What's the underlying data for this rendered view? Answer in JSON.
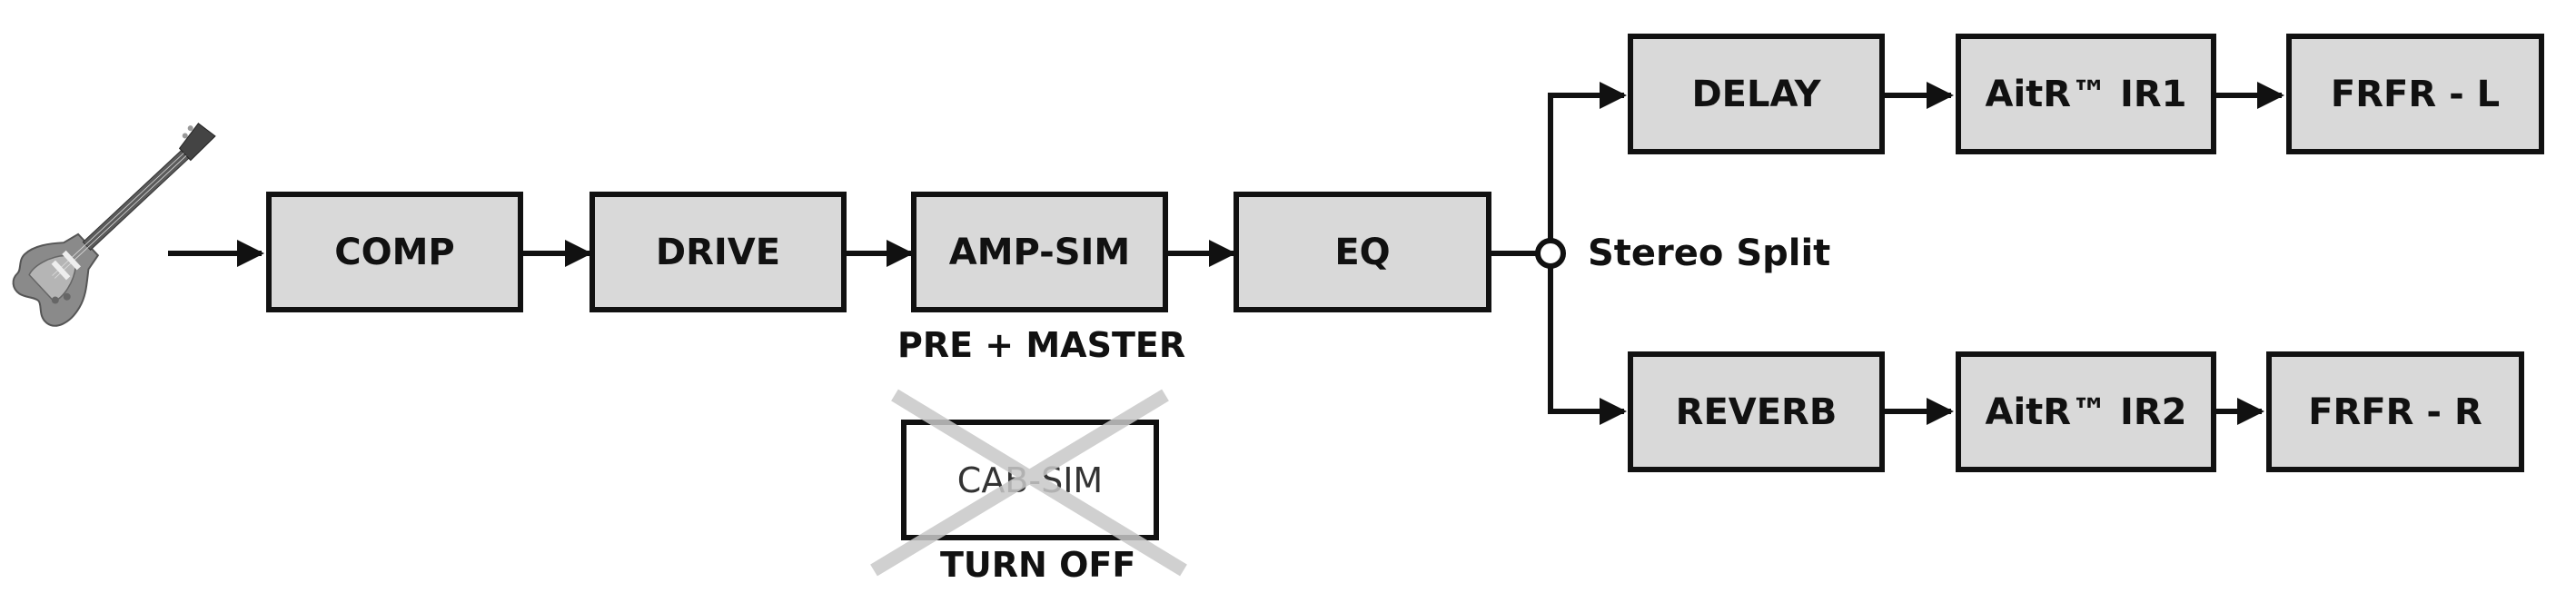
{
  "blocks": {
    "comp": "COMP",
    "drive": "DRIVE",
    "amp_sim": "AMP-SIM",
    "eq": "EQ",
    "delay": "DELAY",
    "ir1": "AitR™ IR1",
    "frfr_l": "FRFR - L",
    "reverb": "REVERB",
    "ir2": "AitR™ IR2",
    "frfr_r": "FRFR - R",
    "cab_sim": "CAB-SIM"
  },
  "labels": {
    "amp_note": "PRE + MASTER",
    "cab_note": "TURN OFF",
    "split": "Stereo Split"
  },
  "icons": {
    "input": "electric-guitar-icon"
  },
  "colors": {
    "block_fill": "#d9d9d9",
    "block_border": "#111111",
    "strike": "#c8c8c8"
  }
}
